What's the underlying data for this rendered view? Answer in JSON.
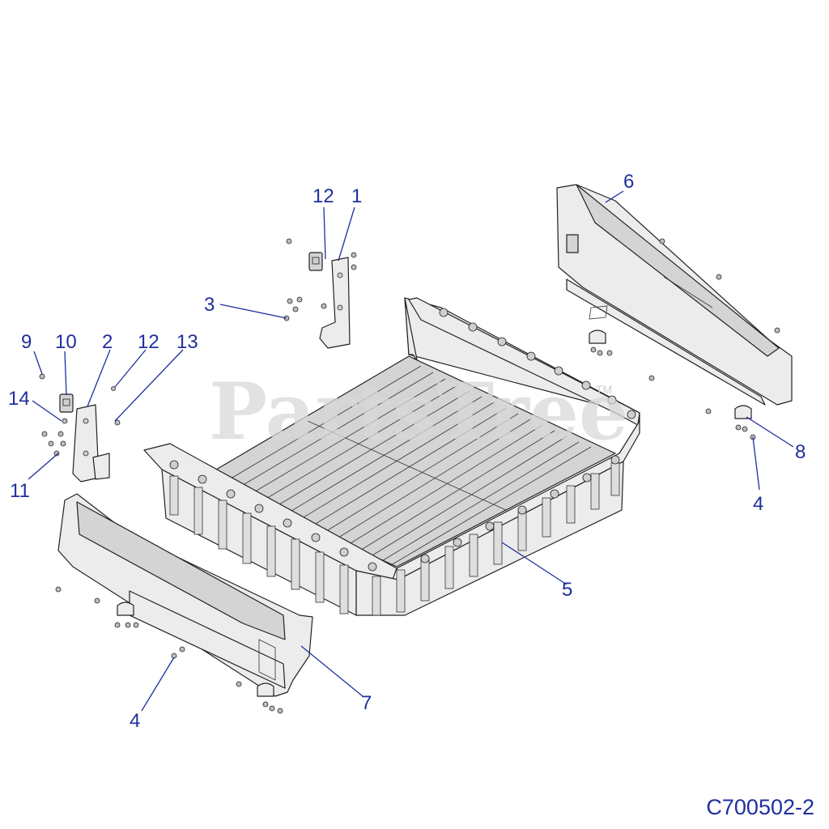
{
  "diagram": {
    "code": "C700502-2",
    "watermark": "PartsTree",
    "watermark_mark": "TM"
  },
  "callouts": {
    "c1": "1",
    "c2": "2",
    "c3": "3",
    "c4_front": "4",
    "c4_rear": "4",
    "c5": "5",
    "c6": "6",
    "c7": "7",
    "c8": "8",
    "c9": "9",
    "c10": "10",
    "c11": "11",
    "c12_upper": "12",
    "c12_lower": "12",
    "c13": "13",
    "c14": "14"
  },
  "colors": {
    "callout": "#1f2f9e",
    "line": "#222222",
    "part_fill": "#ececec"
  }
}
